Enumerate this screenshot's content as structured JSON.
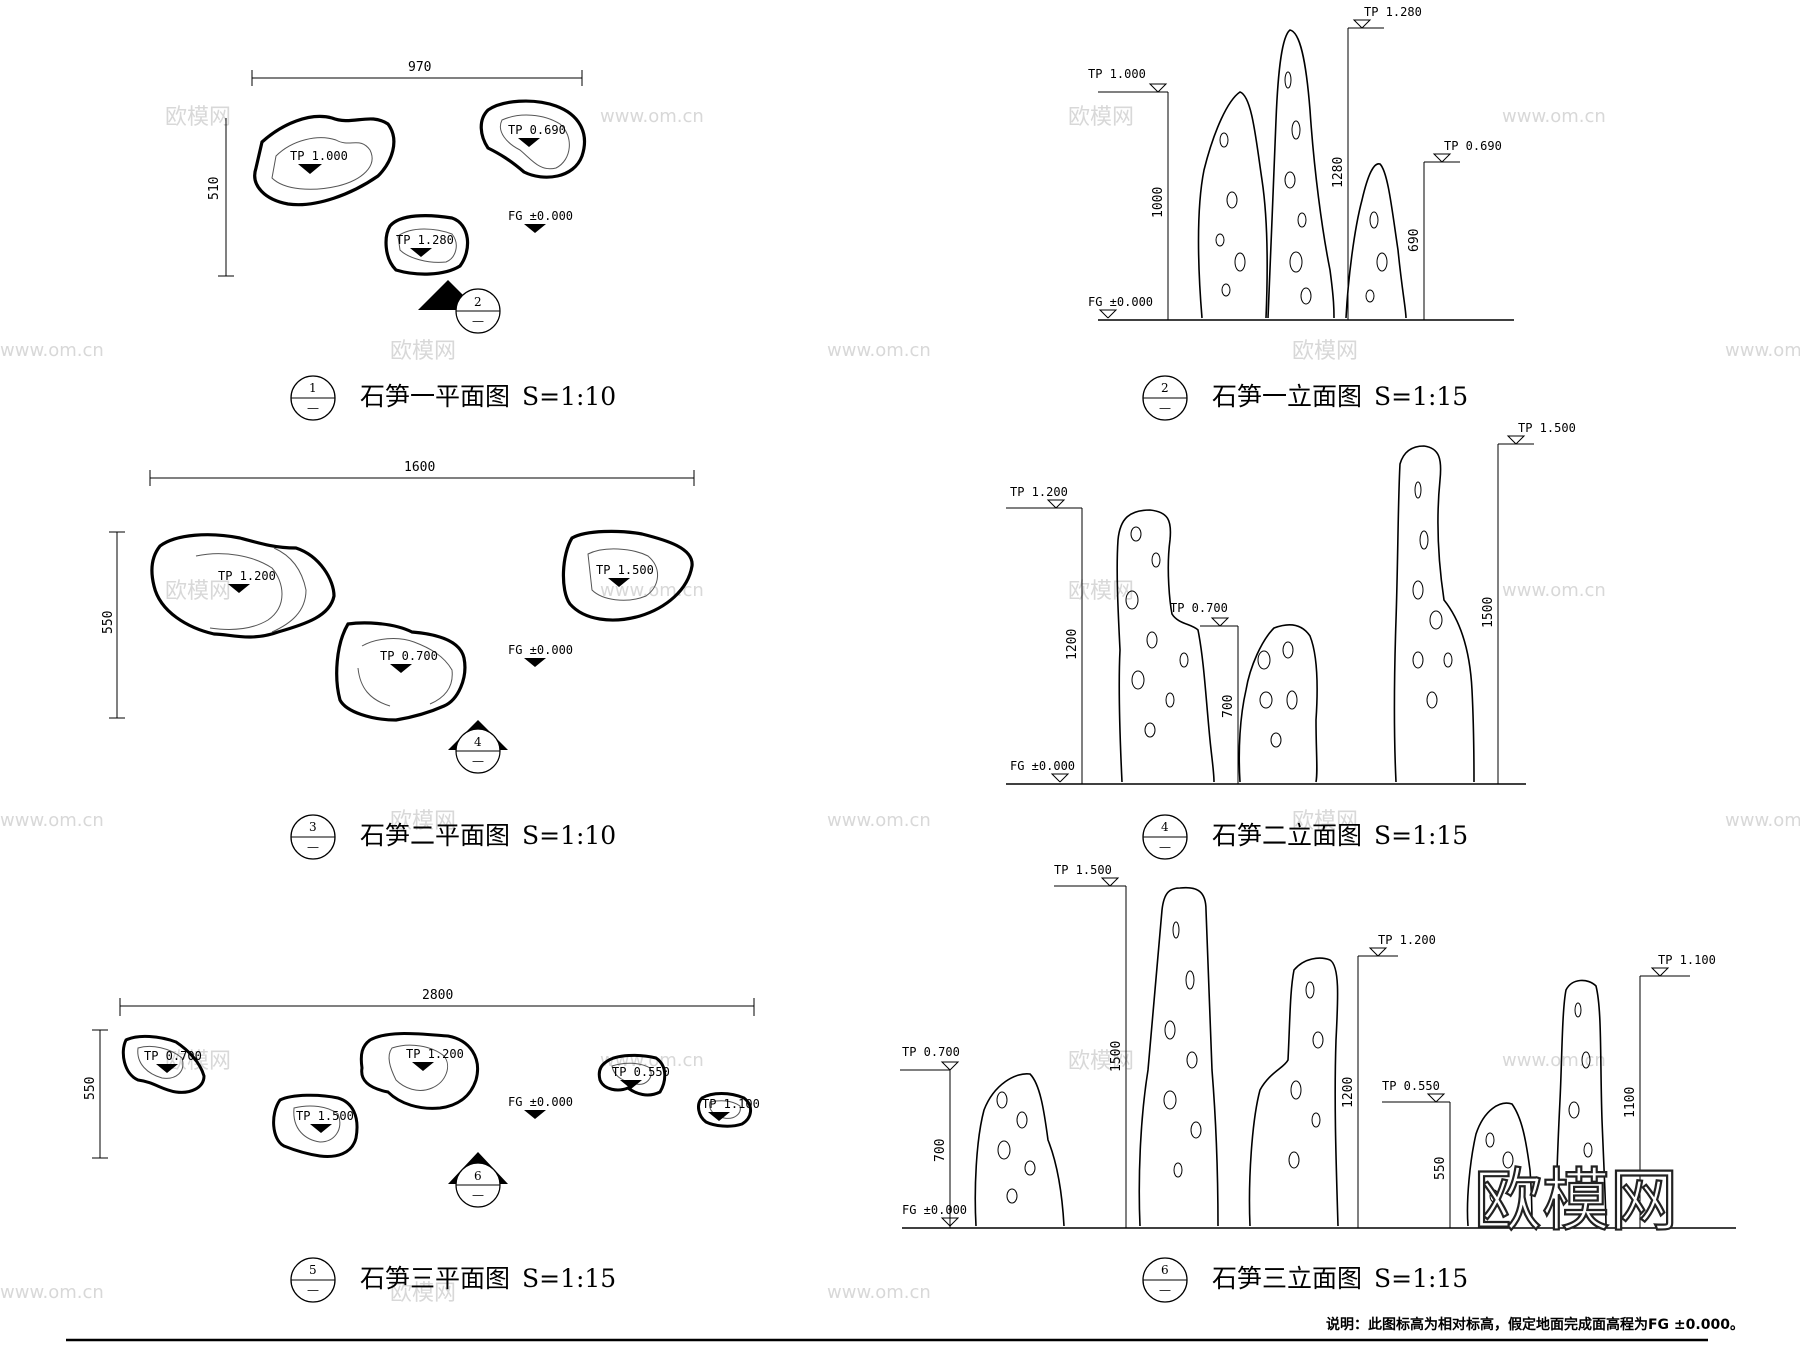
{
  "watermark": {
    "site": "www.om.cn",
    "brand": "欧模网"
  },
  "views": [
    {
      "id": "v1",
      "num": "1",
      "sub": "—",
      "title": "石笋一平面图",
      "scale": "S=1:10",
      "dim_h": "970",
      "dim_v": "510",
      "labels": [
        "TP 1.000",
        "TP 0.690",
        "TP 1.280",
        "FG ±0.000"
      ],
      "section_mark": "2",
      "section_sub": "—"
    },
    {
      "id": "v2",
      "num": "2",
      "sub": "—",
      "title": "石笋一立面图",
      "scale": "S=1:15",
      "labels": [
        "TP 1.000",
        "TP 1.280",
        "TP 0.690",
        "FG ±0.000"
      ],
      "dims": [
        "1000",
        "1280",
        "690"
      ]
    },
    {
      "id": "v3",
      "num": "3",
      "sub": "—",
      "title": "石笋二平面图",
      "scale": "S=1:10",
      "dim_h": "1600",
      "dim_v": "550",
      "labels": [
        "TP 1.200",
        "TP 1.500",
        "TP 0.700",
        "FG ±0.000"
      ],
      "section_mark": "4",
      "section_sub": "—"
    },
    {
      "id": "v4",
      "num": "4",
      "sub": "—",
      "title": "石笋二立面图",
      "scale": "S=1:15",
      "labels": [
        "TP 1.200",
        "TP 0.700",
        "TP 1.500",
        "FG ±0.000"
      ],
      "dims": [
        "1200",
        "700",
        "1500"
      ]
    },
    {
      "id": "v5",
      "num": "5",
      "sub": "—",
      "title": "石笋三平面图",
      "scale": "S=1:15",
      "dim_h": "2800",
      "dim_v": "550",
      "labels": [
        "TP 0.700",
        "TP 1.200",
        "TP 0.550",
        "TP 1.500",
        "TP 1.100",
        "FG ±0.000"
      ],
      "section_mark": "6",
      "section_sub": "—"
    },
    {
      "id": "v6",
      "num": "6",
      "sub": "—",
      "title": "石笋三立面图",
      "scale": "S=1:15",
      "labels": [
        "TP 1.500",
        "TP 1.200",
        "TP 1.100",
        "TP 0.700",
        "TP 0.550",
        "FG ±0.000"
      ],
      "dims": [
        "1500",
        "1200",
        "1100",
        "700",
        "550"
      ]
    }
  ],
  "note": "说明：此图标高为相对标高，假定地面完成面高程为FG ±0.000。"
}
